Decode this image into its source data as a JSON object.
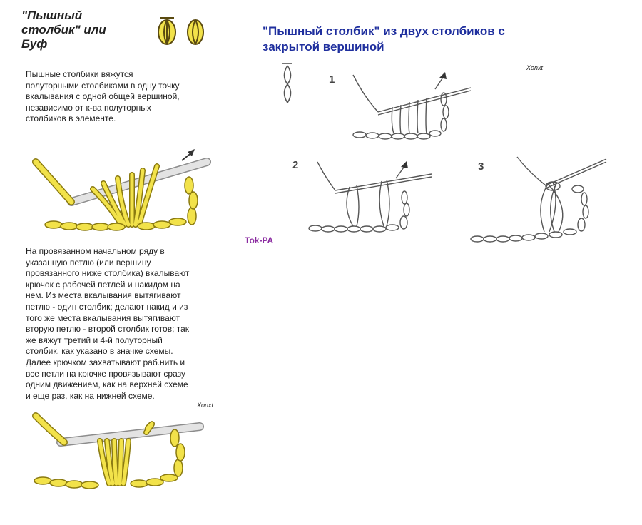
{
  "left_title_lines": [
    "\"Пышный",
    "столбик\"  или",
    "Буф"
  ],
  "right_title_lines": [
    "\"Пышный столбик\" из двух столбиков  с",
    "закрытой вершиной"
  ],
  "intro_lines": [
    "Пышные столбики вяжутся",
    "полуторными столбиками в одну точку",
    "вкалывания с одной общей вершиной,",
    "независимо от к-ва полуторных",
    "столбиков в элементе."
  ],
  "instructions_lines": [
    "  На провязанном начальном ряду в",
    "указанную петлю (или вершину",
    "провязанного ниже столбика) вкалывают",
    "крючок с рабочей петлей и накидом на",
    "нем. Из места вкалывания вытягивают",
    "петлю - один столбик; делают накид и из",
    "того же места вкалывания вытягивают",
    "вторую петлю - второй столбик готов; так",
    "же вяжут третий и 4-й полуторный",
    "столбик, как указано в значке схемы.",
    "Далее крючком захватывают раб.нить и",
    "все петли на крючке провязывают сразу",
    "одним движением, как на верхней схеме",
    "и еще раз, как на нижней схеме."
  ],
  "credit_left": "Xonxt",
  "credit_right": "Xonxt",
  "watermark": "Tok-PA",
  "step_labels": [
    "1",
    "2",
    "3"
  ],
  "colors": {
    "yarn": "#f2e24a",
    "yarn_outline": "#8a7a10",
    "hook": "#d9d9d9",
    "title_blue": "#1f2f9e",
    "watermark": "#8a2aa0"
  }
}
